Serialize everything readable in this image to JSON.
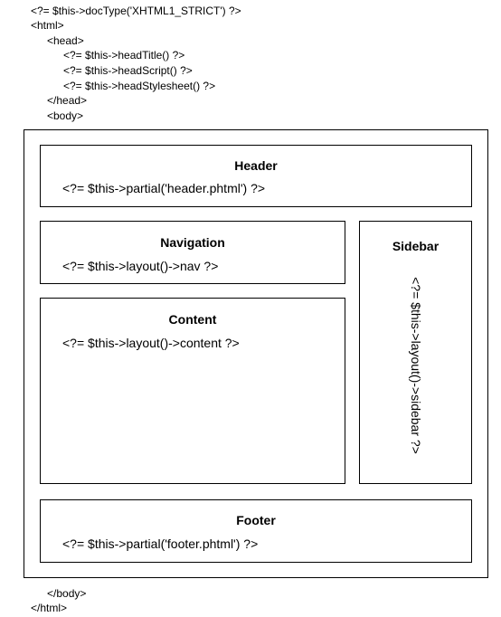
{
  "preamble": [
    "<?= $this->docType('XHTML1_STRICT') ?>",
    "<html>",
    "<head>",
    "<?= $this->headTitle() ?>",
    "<?= $this->headScript() ?>",
    "<?= $this->headStylesheet() ?>",
    "</head>",
    "<body>"
  ],
  "regions": {
    "header": {
      "title": "Header",
      "code": "<?= $this->partial('header.phtml') ?>"
    },
    "navigation": {
      "title": "Navigation",
      "code": "<?= $this->layout()->nav ?>"
    },
    "content": {
      "title": "Content",
      "code": "<?= $this->layout()->content ?>"
    },
    "sidebar": {
      "title": "Sidebar",
      "code": "<?= $this->layout()->sidebar ?>"
    },
    "footer": {
      "title": "Footer",
      "code": "<?= $this->partial('footer.phtml') ?>"
    }
  },
  "postamble": [
    "</body>",
    "</html>"
  ]
}
